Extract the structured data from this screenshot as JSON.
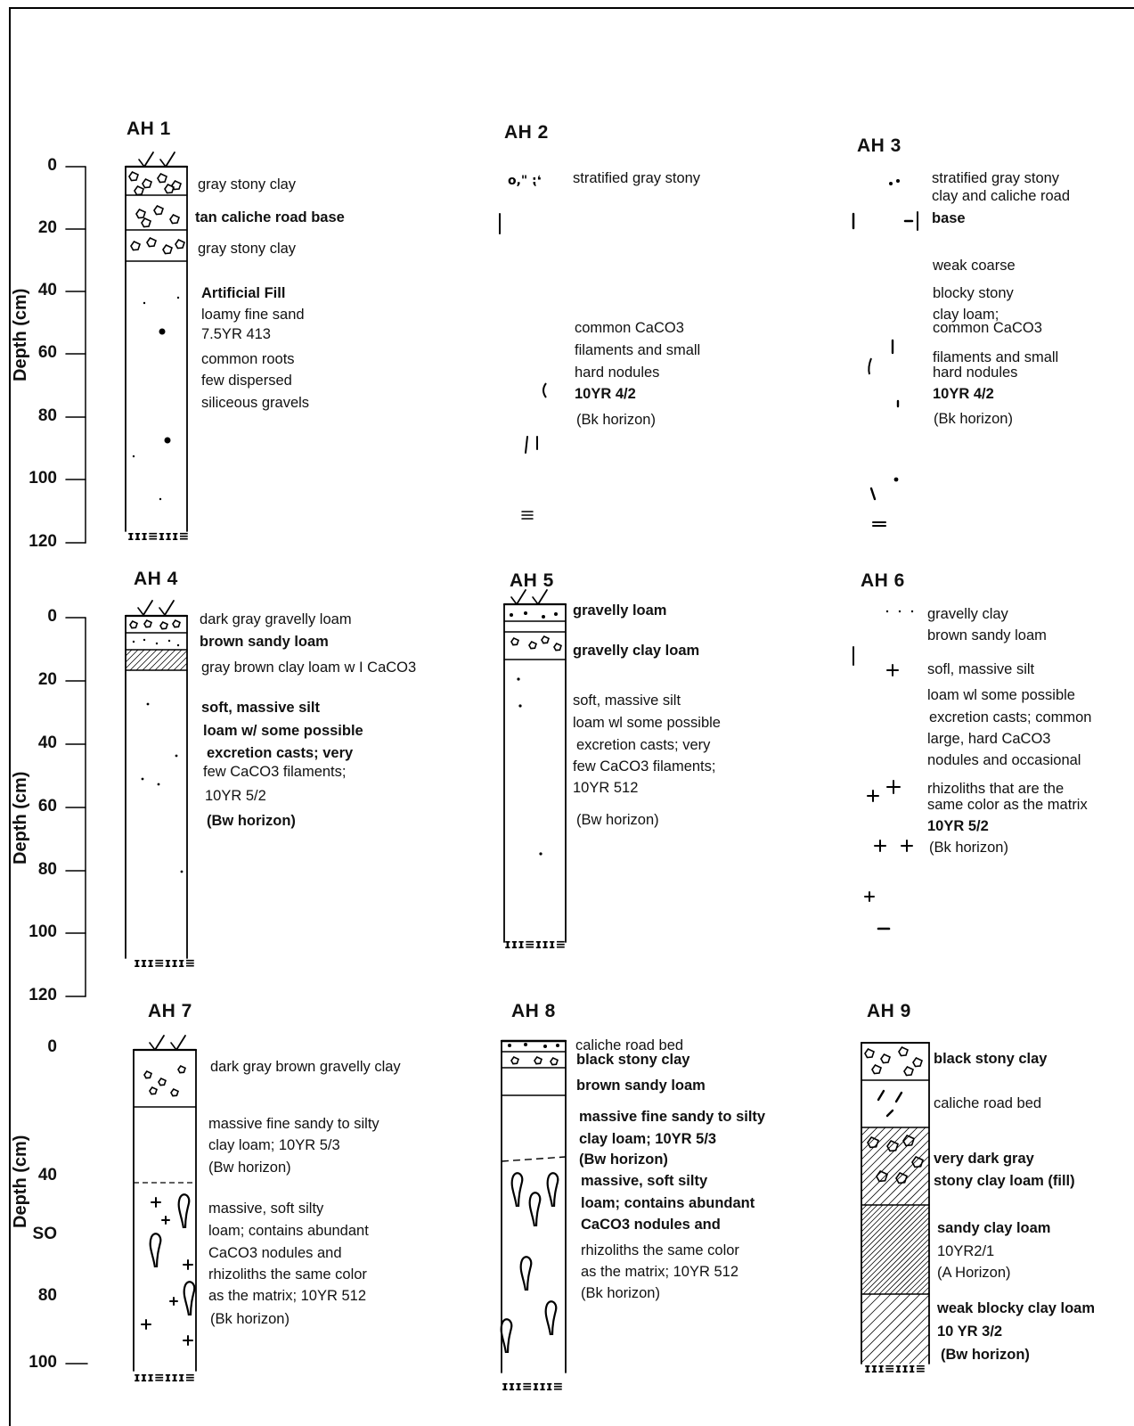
{
  "axes": [
    {
      "label": "Depth (cm)",
      "ticks": [
        "0",
        "20",
        "40",
        "60",
        "80",
        "100",
        "120"
      ]
    },
    {
      "label": "Depth (cm)",
      "ticks": [
        "0",
        "20",
        "40",
        "60",
        "80",
        "100",
        "120"
      ]
    },
    {
      "label": "Depth (cm)",
      "ticks": [
        "0",
        "40",
        "SO",
        "80",
        "100"
      ]
    }
  ],
  "profiles": [
    {
      "title": "AH 1",
      "layers": [
        {
          "text": "gray stony clay",
          "bold": false
        },
        {
          "text": "tan caliche road base",
          "bold": true
        },
        {
          "text": "gray stony clay",
          "bold": false
        },
        {
          "text": "Artificial Fill",
          "bold": true
        },
        {
          "text": "loamy fine sand",
          "bold": false
        },
        {
          "text": "7.5YR 413",
          "bold": false
        },
        {
          "text": "common roots",
          "bold": false
        },
        {
          "text": "few dispersed",
          "bold": false
        },
        {
          "text": "siliceous gravels",
          "bold": false
        }
      ]
    },
    {
      "title": "AH 2",
      "layers": [
        {
          "text": "stratified gray stony",
          "bold": false
        },
        {
          "text": "common CaCO3",
          "bold": false
        },
        {
          "text": "filaments and small",
          "bold": false
        },
        {
          "text": "hard nodules",
          "bold": false
        },
        {
          "text": "10YR 4/2",
          "bold": true
        },
        {
          "text": "(Bk horizon)",
          "bold": false
        }
      ]
    },
    {
      "title": "AH 3",
      "layers": [
        {
          "text": "stratified gray stony",
          "bold": false
        },
        {
          "text": "clay and caliche road",
          "bold": false
        },
        {
          "text": "base",
          "bold": true
        },
        {
          "text": "weak coarse",
          "bold": false
        },
        {
          "text": "blocky stony",
          "bold": false
        },
        {
          "text": "clay loam;",
          "bold": false
        },
        {
          "text": "common CaCO3",
          "bold": false
        },
        {
          "text": "filaments and small",
          "bold": false
        },
        {
          "text": "hard nodules",
          "bold": false
        },
        {
          "text": "10YR 4/2",
          "bold": true
        },
        {
          "text": "(Bk horizon)",
          "bold": false
        }
      ]
    },
    {
      "title": "AH 4",
      "layers": [
        {
          "text": "dark gray gravelly loam",
          "bold": false
        },
        {
          "text": "brown sandy loam",
          "bold": true
        },
        {
          "text": "gray brown clay loam w I CaCO3",
          "bold": false
        },
        {
          "text": "soft, massive silt",
          "bold": true
        },
        {
          "text": "loam w/ some possible",
          "bold": true
        },
        {
          "text": "excretion casts; very",
          "bold": true
        },
        {
          "text": "few CaCO3 filaments;",
          "bold": false
        },
        {
          "text": "10YR 5/2",
          "bold": false
        },
        {
          "text": "(Bw horizon)",
          "bold": true
        }
      ]
    },
    {
      "title": "AH 5",
      "layers": [
        {
          "text": "gravelly loam",
          "bold": true
        },
        {
          "text": "gravelly clay loam",
          "bold": true
        },
        {
          "text": "soft, massive silt",
          "bold": false
        },
        {
          "text": "loam wl some possible",
          "bold": false
        },
        {
          "text": "excretion casts; very",
          "bold": false
        },
        {
          "text": "few CaCO3 filaments;",
          "bold": false
        },
        {
          "text": "10YR 512",
          "bold": false
        },
        {
          "text": "(Bw horizon)",
          "bold": false
        }
      ]
    },
    {
      "title": "AH 6",
      "layers": [
        {
          "text": "gravelly clay",
          "bold": false
        },
        {
          "text": "brown sandy loam",
          "bold": false
        },
        {
          "text": "sofl, massive silt",
          "bold": false
        },
        {
          "text": "loam wl some possible",
          "bold": false
        },
        {
          "text": "excretion casts; common",
          "bold": false
        },
        {
          "text": "large, hard CaCO3",
          "bold": false
        },
        {
          "text": "nodules and occasional",
          "bold": false
        },
        {
          "text": "rhizoliths that are the",
          "bold": false
        },
        {
          "text": "same color as the matrix",
          "bold": false
        },
        {
          "text": "10YR 5/2",
          "bold": true
        },
        {
          "text": "(Bk horizon)",
          "bold": false
        }
      ]
    },
    {
      "title": "AH 7",
      "layers": [
        {
          "text": "dark gray brown gravelly clay",
          "bold": false
        },
        {
          "text": "massive fine sandy to silty",
          "bold": false
        },
        {
          "text": "clay loam; 10YR 5/3",
          "bold": false
        },
        {
          "text": "(Bw horizon)",
          "bold": false
        },
        {
          "text": "massive, soft silty",
          "bold": false
        },
        {
          "text": "loam; contains abundant",
          "bold": false
        },
        {
          "text": "CaCO3 nodules and",
          "bold": false
        },
        {
          "text": "rhizoliths the same color",
          "bold": false
        },
        {
          "text": "as the matrix; 10YR 512",
          "bold": false
        },
        {
          "text": "(Bk horizon)",
          "bold": false
        }
      ]
    },
    {
      "title": "AH 8",
      "layers": [
        {
          "text": "caliche road bed",
          "bold": false
        },
        {
          "text": "black stony clay",
          "bold": true
        },
        {
          "text": "brown sandy loam",
          "bold": true
        },
        {
          "text": "massive fine sandy to silty",
          "bold": true
        },
        {
          "text": "clay loam; 10YR 5/3",
          "bold": true
        },
        {
          "text": "(Bw horizon)",
          "bold": true
        },
        {
          "text": "massive, soft silty",
          "bold": true
        },
        {
          "text": "loam; contains abundant",
          "bold": true
        },
        {
          "text": "CaCO3 nodules and",
          "bold": true
        },
        {
          "text": "rhizoliths the same color",
          "bold": false
        },
        {
          "text": "as the matrix; 10YR 512",
          "bold": false
        },
        {
          "text": "(Bk horizon)",
          "bold": false
        }
      ]
    },
    {
      "title": "AH 9",
      "layers": [
        {
          "text": "black stony clay",
          "bold": true
        },
        {
          "text": "caliche road bed",
          "bold": false
        },
        {
          "text": "very dark gray",
          "bold": true
        },
        {
          "text": "stony clay loam (fill)",
          "bold": true
        },
        {
          "text": "sandy clay loam",
          "bold": true
        },
        {
          "text": "10YR2/1",
          "bold": false
        },
        {
          "text": "(A Horizon)",
          "bold": false
        },
        {
          "text": "weak blocky clay loam",
          "bold": true
        },
        {
          "text": "10 YR 3/2",
          "bold": true
        },
        {
          "text": "(Bw horizon)",
          "bold": true
        }
      ]
    }
  ]
}
